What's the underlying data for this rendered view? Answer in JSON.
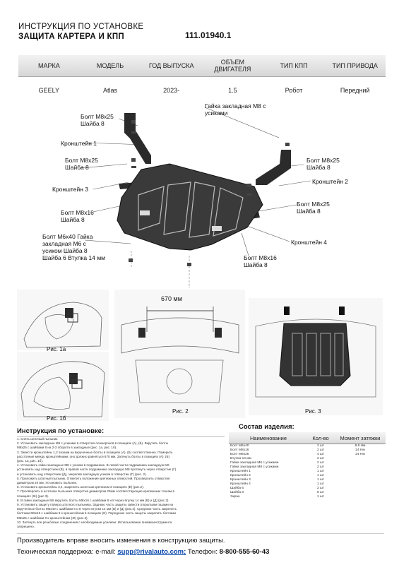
{
  "header": {
    "line1": "ИНСТРУКЦИЯ ПО УСТАНОВКЕ",
    "line2": "ЗАЩИТА КАРТЕРА И КПП",
    "code": "111.01940.1"
  },
  "spec": {
    "headers": [
      "МАРКА",
      "МОДЕЛЬ",
      "ГОД ВЫПУСКА",
      "ОБЪЕМ ДВИГАТЕЛЯ",
      "ТИП КПП",
      "ТИП ПРИВОДА"
    ],
    "values": [
      "GEELY",
      "Atlas",
      "2023-",
      "1.5",
      "Робот",
      "Передний"
    ]
  },
  "diagram_labels": {
    "gaika_m8": "Гайка закладная М8 с усиками",
    "bolt_tl": "Болт М8х25 Шайба 8",
    "kronsh1": "Кронштейн 1",
    "bolt_ml": "Болт М8х25 Шайба 8",
    "kronsh3": "Кронштейн 3",
    "bolt_m8x16_l": "Болт М8х16 Шайба 8",
    "fastener_stack": "Болт М6х40 Гайка закладная М6 с усиком Шайба 8 Шайба 6 Втулка 14 мм",
    "bolt_tr": "Болт М8х25 Шайба 8",
    "kronsh2": "Кронштейн 2",
    "bolt_mr": "Болт М8х25 Шайба 8",
    "kronsh4": "Кронштейн 4",
    "bolt_m8x16_r": "Болт М8х16 Шайба 8"
  },
  "figures": {
    "fig1a": "Рис. 1а",
    "fig1b": "Рис. 1б",
    "fig2": "Рис. 2",
    "fig3": "Рис. 3",
    "dimension": "670 мм"
  },
  "instructions": {
    "title": "Инструкция по установке:",
    "lines": [
      "1.  Снять штатный пыльник.",
      "2.  Установить закладные М6 с усиками в отверстия лонжеронов в позициях (А), (Б). Вкрутить болты",
      "М8х25 с шайбами 8 на 2-3 оборота в закладные (рис. 1а, рис. 1б).",
      "3.  Завести кронштейны 1,2 пазами на вкрученные болты в позициях (А), (Б) соответственно. Померить",
      "расстояние между кронштейнами, оно должно равняться 670 мм. Затянуть болты в позициях (А), (Б)",
      "(рис. 1а, рис. 1б).",
      "4.  Установить гайки закладные М8 с усиком в подрамнике. В левой части подрамника закладную М6",
      "установить над отверстием (В), в правой части подрамника закладную М8 протянуть через отверстие (Г)",
      "и установить над отверстием (Д), закрепив закладную усиком в отверстии (Г) (рис. 2).",
      "5.  Приложить штатный пыльник. Отметить положение крепежных отверстий. Просверлить отверстия",
      "диаметром 20 мм. Установить пыльник.",
      "6.  Установить кронштейны 3,4, закрепить штатным крепежом в позициях (Е) (рис.2).",
      "7.  Просверлить в штатном пыльнике отверстия диаметром 20мм соответствующие крепежным точкам в",
      "позициях (Ж) (рис.3).",
      "8.  В гайки закладные М8 вкрутить болты М8х16 с шайбами 8 и 8 через втулку 14 мм (В) и (Д) (рис.2).",
      "9.  Установить защиту поверх штатного пыльника. Заднюю часть защиты завести открытыми пазами на",
      "вкрученные болты М6х40 с шайбами 6 и 8 через втулки 14 мм (В) и (Д) (рис.2). Среднюю часть закрепить",
      "болтами М8х16 с шайбами 8 к кронштейнам в позициях (Е). Переднюю часть защиты закрепить болтами",
      "М8х25 с шайбами 8 к кронштейнам (Ж) (рис.3).",
      "10. Затянуть все резьбовые соединения с необходимым усилием. Использование пневмоинструмента",
      "запрещено."
    ]
  },
  "components": {
    "title": "Состав изделия:",
    "headers": [
      "Наименование",
      "Кол-во",
      "Момент затяжки"
    ],
    "rows": [
      [
        "Болт М6х40",
        "2 шт",
        "9.8 Нм"
      ],
      [
        "Болт М8х16",
        "2 шт",
        "24 Нм"
      ],
      [
        "Болт М8х25",
        "4 шт",
        "24 Нм"
      ],
      [
        "Втулка 14 мм",
        "2 шт",
        ""
      ],
      [
        "Гайка закладная М6 с усиками",
        "2 шт",
        ""
      ],
      [
        "Гайка закладная М8 с усиками",
        "2 шт",
        ""
      ],
      [
        "Кронштейн 1",
        "1 шт",
        ""
      ],
      [
        "Кронштейн 2",
        "1 шт",
        ""
      ],
      [
        "Кронштейн 3",
        "1 шт",
        ""
      ],
      [
        "Кронштейн 4",
        "1 шт",
        ""
      ],
      [
        "Шайба 6",
        "2 шт",
        ""
      ],
      [
        "Шайба 8",
        "8 шт",
        ""
      ],
      [
        "Экран",
        "1 шт",
        ""
      ]
    ]
  },
  "footer": {
    "line1": "Производитель вправе вносить изменения в конструкцию защиты.",
    "support_prefix": "Техническая поддержка:  e-mail: ",
    "email": "supp@rivalauto.com;",
    "phone_prefix": " Телефон: ",
    "phone": "8-800-555-60-43"
  },
  "colors": {
    "part_dark": "#2b2b2b",
    "accent_link": "#0645ad"
  }
}
